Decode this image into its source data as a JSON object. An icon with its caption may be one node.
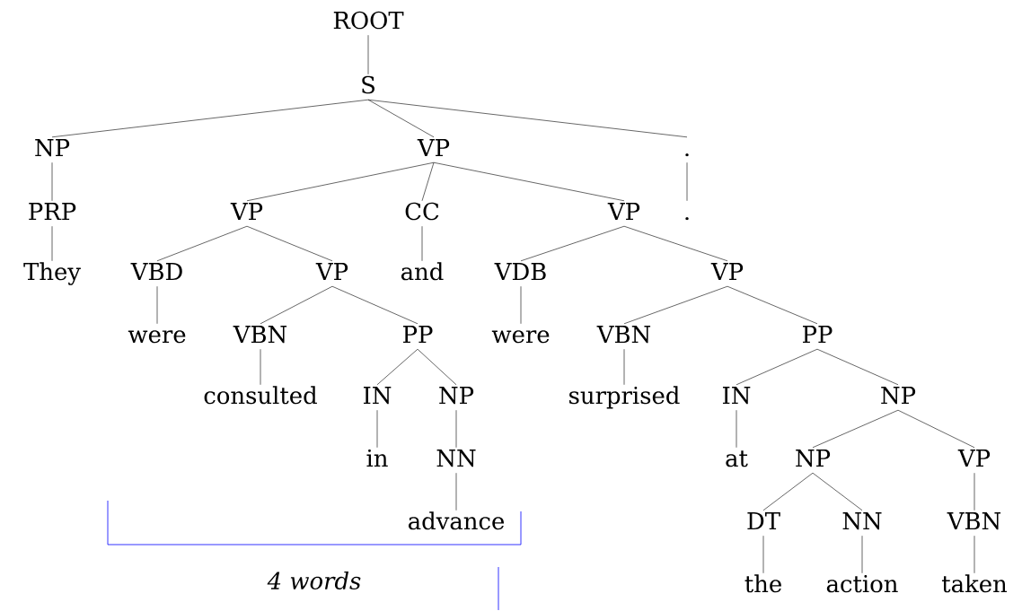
{
  "diagram": {
    "nodes": [
      {
        "text": [
          "ROOT"
        ]
      },
      {
        "text": [
          "S"
        ]
      },
      {
        "text": [
          "NP"
        ]
      },
      {
        "text": [
          "VP"
        ]
      },
      {
        "text": [
          "."
        ]
      },
      {
        "text": [
          "PRP"
        ]
      },
      {
        "text": [
          "VP"
        ]
      },
      {
        "text": [
          "CC"
        ]
      },
      {
        "text": [
          "VP"
        ]
      },
      {
        "text": [
          "."
        ]
      },
      {
        "text": [
          "They"
        ]
      },
      {
        "text": [
          "VBD"
        ]
      },
      {
        "text": [
          "VP"
        ]
      },
      {
        "text": [
          "and"
        ]
      },
      {
        "text": [
          "VDB"
        ]
      },
      {
        "text": [
          "VP"
        ]
      },
      {
        "text": [
          "were"
        ]
      },
      {
        "text": [
          "VBN"
        ]
      },
      {
        "text": [
          "PP"
        ]
      },
      {
        "text": [
          "were"
        ]
      },
      {
        "text": [
          "VBN"
        ]
      },
      {
        "text": [
          "PP"
        ]
      },
      {
        "text": [
          "consulted"
        ]
      },
      {
        "text": [
          "IN"
        ]
      },
      {
        "text": [
          "NP"
        ]
      },
      {
        "text": [
          "surprised"
        ]
      },
      {
        "text": [
          "IN"
        ]
      },
      {
        "text": [
          "NP"
        ]
      },
      {
        "text": [
          "in"
        ]
      },
      {
        "text": [
          "NN"
        ]
      },
      {
        "text": [
          "at"
        ]
      },
      {
        "text": [
          "NP"
        ]
      },
      {
        "text": [
          "VP"
        ]
      },
      {
        "text": [
          "advance"
        ]
      },
      {
        "text": [
          "DT"
        ]
      },
      {
        "text": [
          "NN"
        ]
      },
      {
        "text": [
          "VBN"
        ]
      },
      {
        "text": [
          "the"
        ]
      },
      {
        "text": [
          "action"
        ]
      },
      {
        "text": [
          "taken"
        ]
      }
    ],
    "edges": [
      {
        "from": 0,
        "to": 1,
        "arrow": "none"
      },
      {
        "from": 1,
        "to": 2,
        "arrow": "none"
      },
      {
        "from": 1,
        "to": 3,
        "arrow": "none"
      },
      {
        "from": 1,
        "to": 4,
        "arrow": "none"
      },
      {
        "from": 2,
        "to": 5,
        "arrow": "none"
      },
      {
        "from": 3,
        "to": 6,
        "arrow": "none"
      },
      {
        "from": 3,
        "to": 7,
        "arrow": "none"
      },
      {
        "from": 3,
        "to": 8,
        "arrow": "none"
      },
      {
        "from": 4,
        "to": 9,
        "arrow": "none"
      },
      {
        "from": 5,
        "to": 10,
        "arrow": "none"
      },
      {
        "from": 6,
        "to": 11,
        "arrow": "none"
      },
      {
        "from": 6,
        "to": 12,
        "arrow": "none"
      },
      {
        "from": 7,
        "to": 13,
        "arrow": "none"
      },
      {
        "from": 8,
        "to": 14,
        "arrow": "none"
      },
      {
        "from": 8,
        "to": 15,
        "arrow": "none"
      },
      {
        "from": 11,
        "to": 16,
        "arrow": "none"
      },
      {
        "from": 12,
        "to": 17,
        "arrow": "none"
      },
      {
        "from": 12,
        "to": 18,
        "arrow": "none"
      },
      {
        "from": 14,
        "to": 19,
        "arrow": "none"
      },
      {
        "from": 15,
        "to": 20,
        "arrow": "none"
      },
      {
        "from": 15,
        "to": 21,
        "arrow": "none"
      },
      {
        "from": 17,
        "to": 22,
        "arrow": "none"
      },
      {
        "from": 18,
        "to": 23,
        "arrow": "none"
      },
      {
        "from": 18,
        "to": 24,
        "arrow": "none"
      },
      {
        "from": 20,
        "to": 25,
        "arrow": "none"
      },
      {
        "from": 21,
        "to": 26,
        "arrow": "none"
      },
      {
        "from": 21,
        "to": 27,
        "arrow": "none"
      },
      {
        "from": 23,
        "to": 28,
        "arrow": "none"
      },
      {
        "from": 24,
        "to": 29,
        "arrow": "none"
      },
      {
        "from": 26,
        "to": 30,
        "arrow": "none"
      },
      {
        "from": 27,
        "to": 31,
        "arrow": "none"
      },
      {
        "from": 27,
        "to": 32,
        "arrow": "none"
      },
      {
        "from": 29,
        "to": 33,
        "arrow": "none"
      },
      {
        "from": 31,
        "to": 34,
        "arrow": "none"
      },
      {
        "from": 31,
        "to": 35,
        "arrow": "none"
      },
      {
        "from": 32,
        "to": 36,
        "arrow": "none"
      },
      {
        "from": 34,
        "to": 37,
        "arrow": "none"
      },
      {
        "from": 35,
        "to": 38,
        "arrow": "none"
      },
      {
        "from": 36,
        "to": 39,
        "arrow": "none"
      }
    ],
    "labels": [
      "*4 words*"
    ]
  }
}
